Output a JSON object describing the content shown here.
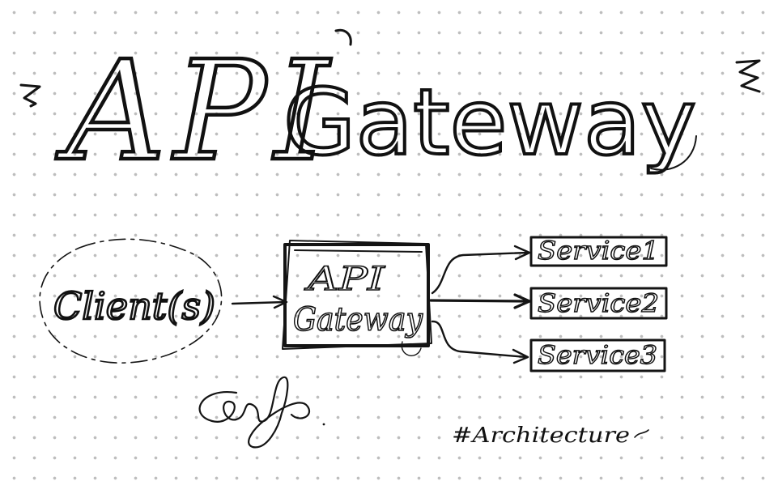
{
  "title": {
    "word1": "API",
    "word2": "Gateway"
  },
  "client": {
    "label": "Client(s)"
  },
  "gateway": {
    "line1": "API",
    "line2": "Gateway"
  },
  "services": [
    {
      "label": "Service1"
    },
    {
      "label": "Service2"
    },
    {
      "label": "Service3"
    }
  ],
  "hashtag": "#Architecture",
  "colors": {
    "ink": "#141414",
    "paper": "#ffffff",
    "grid_dots": "#bdbdbd"
  }
}
